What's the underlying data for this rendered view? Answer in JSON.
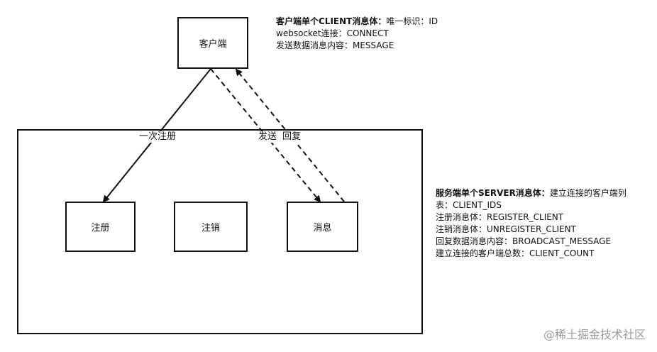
{
  "nodes": {
    "client": "客户端",
    "register": "注册",
    "unregister": "注销",
    "message": "消息"
  },
  "edges": {
    "register_once": "一次注册",
    "send": "发送",
    "reply": "回复"
  },
  "client_note": {
    "title": "客户端单个CLIENT消息体：",
    "title_rest": "唯一标识：ID",
    "line2": "websocket连接：CONNECT",
    "line3": "发送数据消息内容：MESSAGE"
  },
  "server_note": {
    "title": "服务端单个SERVER消息体：",
    "title_rest": "建立连接的客户端列",
    "line2": "表：CLIENT_IDS",
    "line3": "注册消息体：REGISTER_CLIENT",
    "line4": "注销消息体：UNREGISTER_CLIENT",
    "line5": "回复数据消息内容：BROADCAST_MESSAGE",
    "line6": "建立连接的客户端总数：CLIENT_COUNT"
  },
  "watermark": "@稀土掘金技术社区",
  "colors": {
    "stroke": "#111111",
    "watermark": "#9a9a9a"
  }
}
